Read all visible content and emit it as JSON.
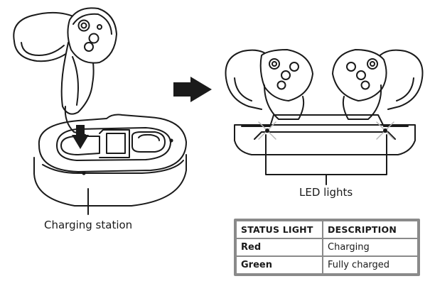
{
  "labels": {
    "charging_station": "Charging station",
    "led_lights": "LED lights"
  },
  "table": {
    "headers": [
      "STATUS LIGHT",
      "DESCRIPTION"
    ],
    "rows": [
      {
        "light": "Red",
        "description": "Charging"
      },
      {
        "light": "Green",
        "description": "Fully charged"
      }
    ]
  }
}
